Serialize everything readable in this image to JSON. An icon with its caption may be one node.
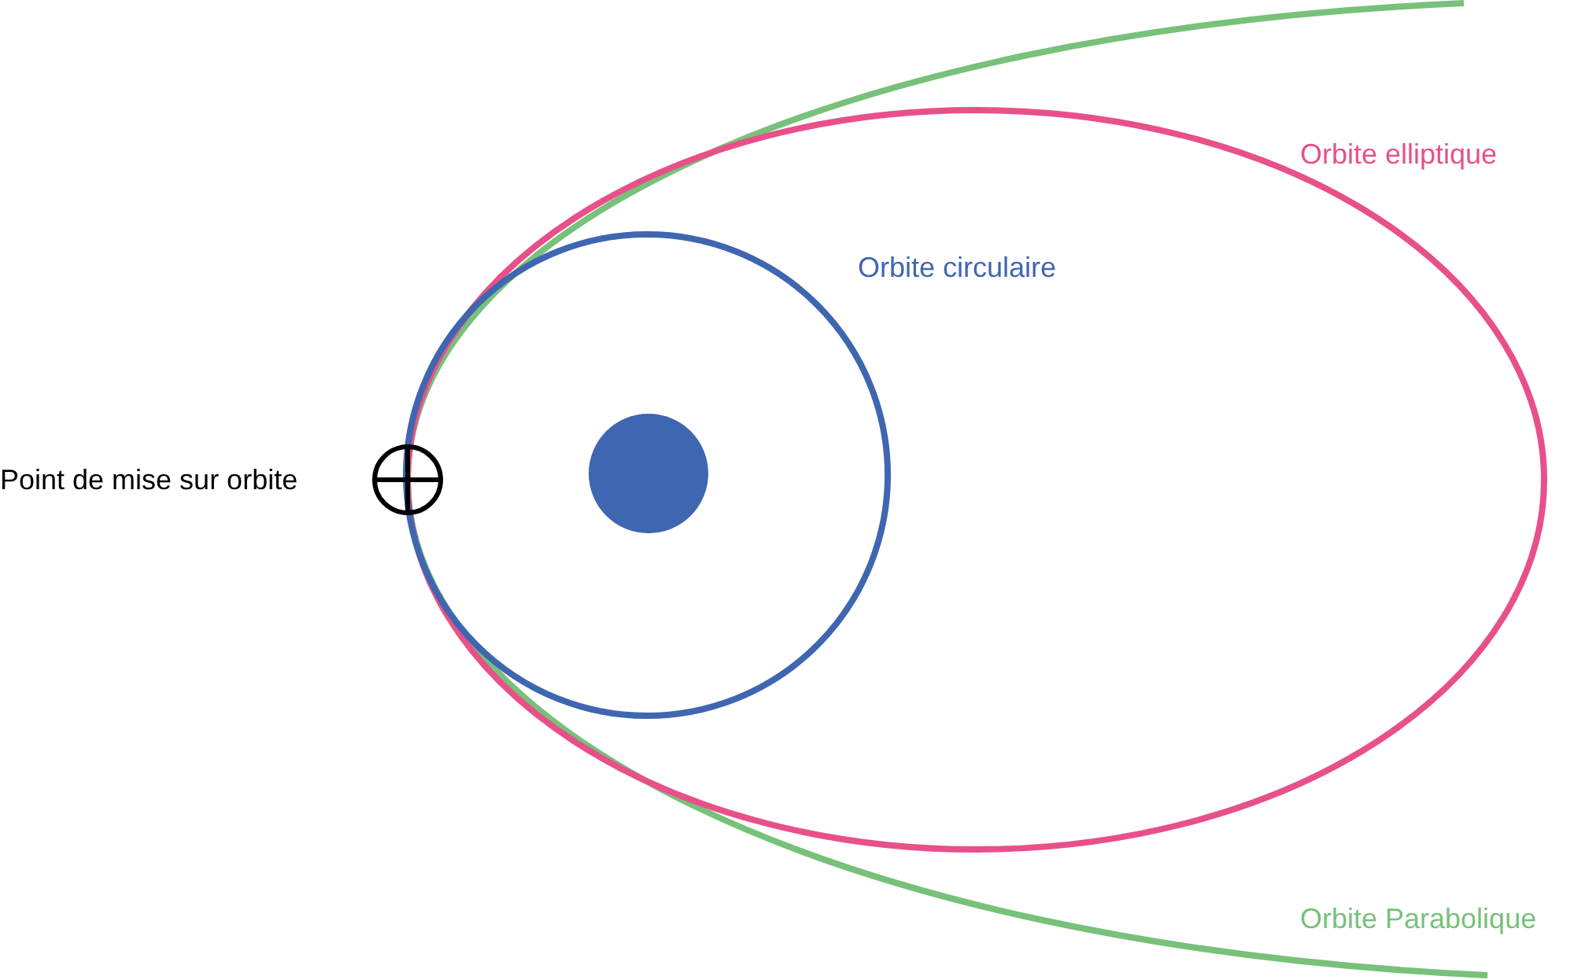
{
  "diagram": {
    "labels": [
      "Orbite elliptique",
      "Orbite circulaire",
      "Point de mise sur orbite",
      "Orbite Parabolique"
    ]
  }
}
